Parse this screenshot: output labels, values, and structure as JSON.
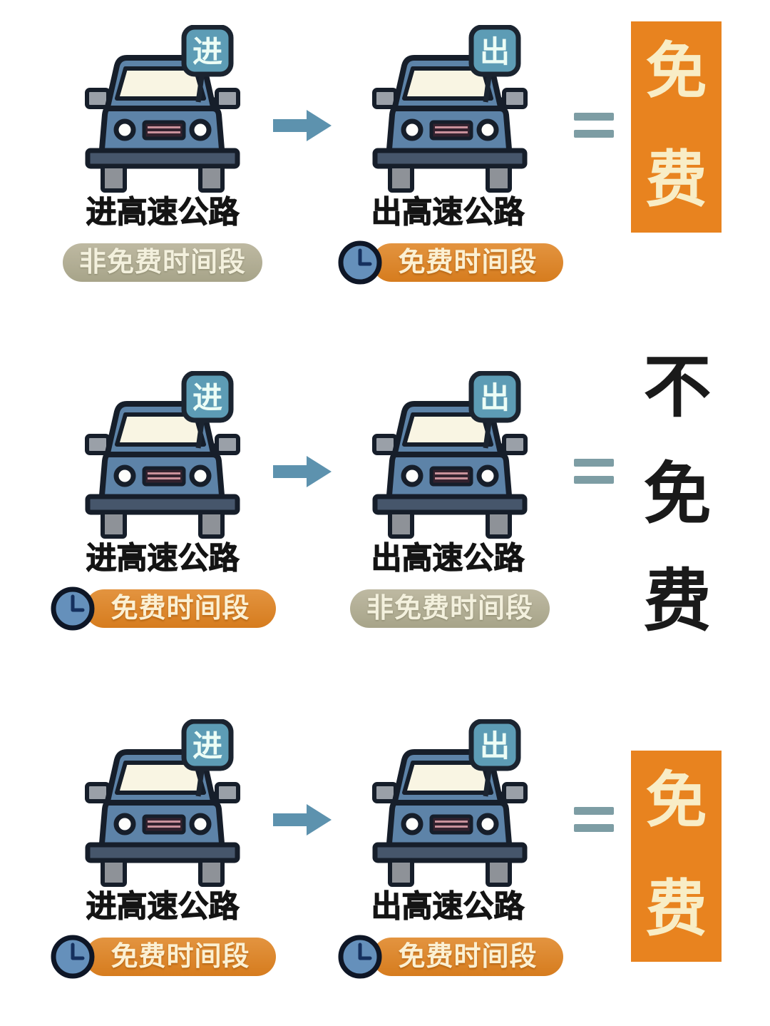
{
  "palette": {
    "car_body": "#5d83a8",
    "windshield": "#f9f5e3",
    "outline": "#161e2a",
    "sign_bg": "#5d9cb5",
    "arrow": "#5d92ae",
    "equals": "#7d9da4",
    "free_badge": "#de8a2c",
    "nonfree_badge": "#b5b199",
    "free_block_bg": "#e8831f",
    "free_block_text": "#f8edc6",
    "clock_face": "#6590bb"
  },
  "rows": [
    {
      "left": {
        "sign": "进",
        "label": "进高速公路",
        "badge": "非免费时间段"
      },
      "right": {
        "sign": "出",
        "label": "出高速公路",
        "badge": "免费时间段"
      },
      "result": "免费"
    },
    {
      "left": {
        "sign": "进",
        "label": "进高速公路",
        "badge": "免费时间段"
      },
      "right": {
        "sign": "出",
        "label": "出高速公路",
        "badge": "非免费时间段"
      },
      "result": "不免费"
    },
    {
      "left": {
        "sign": "进",
        "label": "进高速公路",
        "badge": "免费时间段"
      },
      "right": {
        "sign": "出",
        "label": "出高速公路",
        "badge": "免费时间段"
      },
      "result": "免费"
    }
  ]
}
